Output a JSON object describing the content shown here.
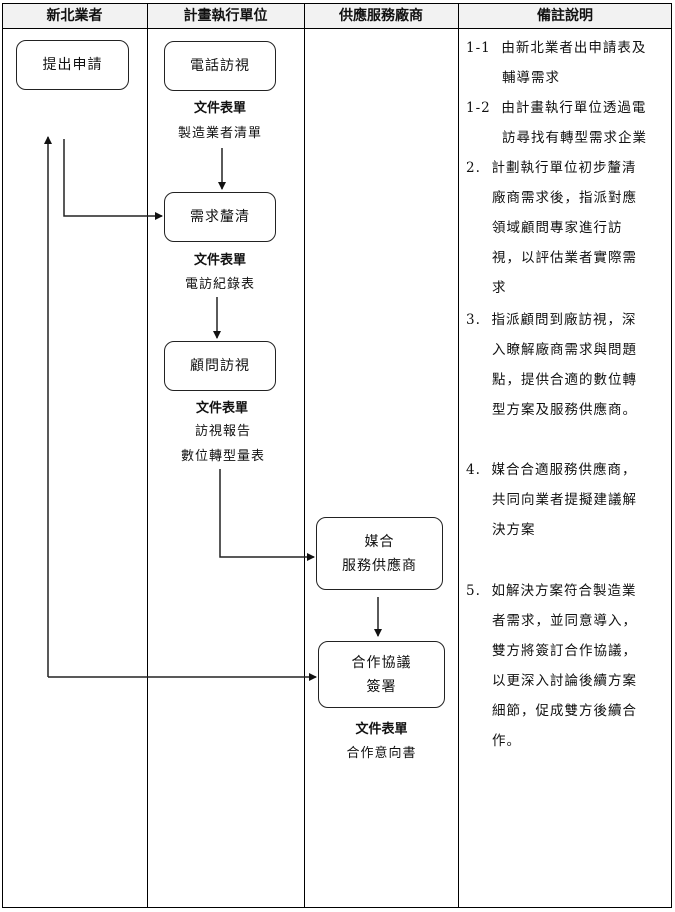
{
  "headers": [
    "新北業者",
    "計畫執行單位",
    "供應服務廠商",
    "備註說明"
  ],
  "boxes": {
    "apply": "提出申請",
    "phone_visit": "電話訪視",
    "clarify": "需求釐清",
    "consult_visit": "顧問訪視",
    "match_line1": "媒合",
    "match_line2": "服務供應商",
    "agreement_line1": "合作協議",
    "agreement_line2": "簽署"
  },
  "documents": {
    "title": "文件表單",
    "phone_visit_docs": [
      "製造業者清單"
    ],
    "clarify_docs": [
      "電訪紀錄表"
    ],
    "consult_docs": [
      "訪視報告",
      "數位轉型量表"
    ],
    "agreement_docs": [
      "合作意向書"
    ]
  },
  "notes": [
    {
      "num": "1-1",
      "lines": [
        "由新北業者出申請表及",
        "輔導需求"
      ]
    },
    {
      "num": "1-2",
      "lines": [
        "由計畫執行單位透過電",
        "訪尋找有轉型需求企業"
      ]
    },
    {
      "num": "2.",
      "lines": [
        "計劃執行單位初步釐清",
        "廠商需求後，指派對應",
        "領域顧問專家進行訪",
        "視，以評估業者實際需",
        "求"
      ]
    },
    {
      "num": "3.",
      "lines": [
        "指派顧問到廠訪視，深",
        "入瞭解廠商需求與問題",
        "點，提供合適的數位轉",
        "型方案及服務供應商。"
      ]
    },
    {
      "num": "4.",
      "lines": [
        "媒合合適服務供應商，",
        "共同向業者提擬建議解",
        "決方案"
      ]
    },
    {
      "num": "5.",
      "lines": [
        "如解決方案符合製造業",
        "者需求，並同意導入，",
        "雙方將簽訂合作協議，",
        "以更深入討論後續方案",
        "細節，促成雙方後續合",
        "作。"
      ]
    }
  ]
}
